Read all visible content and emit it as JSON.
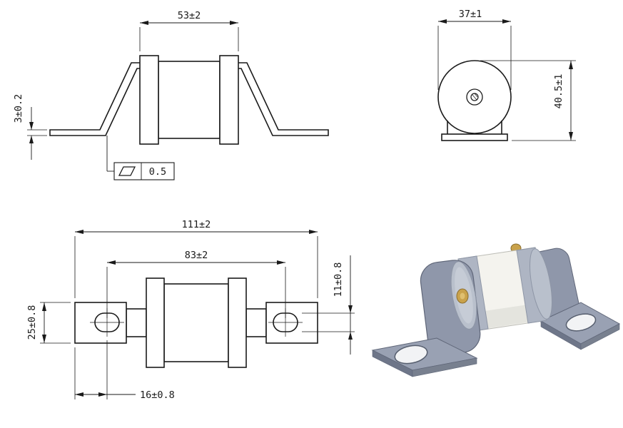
{
  "views": {
    "front": {
      "dim_body_width": "53±2",
      "dim_foot_thickness": "3±0.2",
      "fcf_symbol_icon": "flatness-parallelogram",
      "fcf_value": "0.5"
    },
    "end": {
      "dim_diameter": "37±1",
      "dim_height": "40.5±1"
    },
    "plan": {
      "dim_overall_length": "111±2",
      "dim_hole_spacing": "83±2",
      "dim_bracket_width": "25±0.8",
      "dim_slot_width": "11±0.8",
      "dim_edge_to_hole_center": "16±0.8"
    },
    "render3d": {
      "colors": {
        "bracket": "#8f97aa",
        "bracket_light": "#99a1b3",
        "bracket_dark": "#6e7689",
        "bracket_side": "#78808f",
        "cap": "#aeb5c3",
        "cap_face": "#b9c0cc",
        "body": "#f4f3ee",
        "body_shade": "#e4e4de",
        "terminal": "#c9a24b",
        "terminal_dark": "#8a6d2f",
        "hole": "#f2f3f5"
      }
    }
  },
  "style": {
    "line_color": "#1a1a1a",
    "background": "#ffffff"
  }
}
